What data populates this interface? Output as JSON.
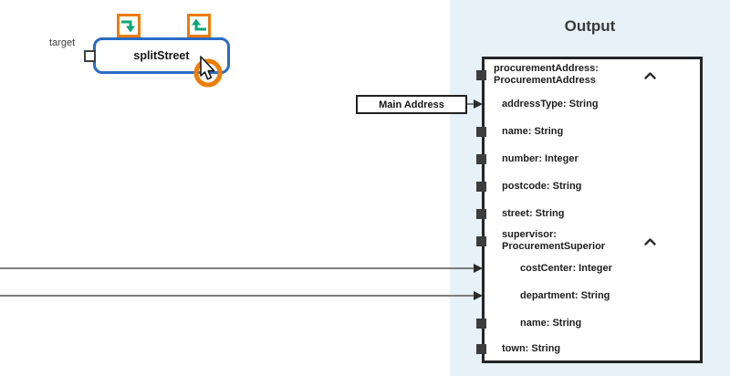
{
  "canvas": {
    "target_label": "target",
    "function_node": {
      "label": "splitStreet"
    },
    "toolbar_icons": [
      {
        "name": "map-to-target-icon",
        "color": "#0ca578"
      },
      {
        "name": "map-from-source-icon",
        "color": "#0ca578"
      }
    ],
    "cursor_highlight": {
      "ring_color": "#ec7d08"
    },
    "annotation": {
      "label": "Main Address"
    }
  },
  "output_panel": {
    "title": "Output",
    "panel_color": "#e7f1f8",
    "fields": [
      {
        "label": "procurementAddress:",
        "label2": "ProcurementAddress",
        "level": 0,
        "connector": "square",
        "expanded": true
      },
      {
        "label": "addressType: String",
        "level": 1,
        "connector": "arrow"
      },
      {
        "label": "name: String",
        "level": 1,
        "connector": "square"
      },
      {
        "label": "number: Integer",
        "level": 1,
        "connector": "square"
      },
      {
        "label": "postcode: String",
        "level": 1,
        "connector": "square"
      },
      {
        "label": "street: String",
        "level": 1,
        "connector": "square"
      },
      {
        "label": "supervisor:",
        "label2": "ProcurementSuperior",
        "level": 1,
        "connector": "square",
        "expanded": true
      },
      {
        "label": "costCenter: Integer",
        "level": 2,
        "connector": "arrow"
      },
      {
        "label": "department: String",
        "level": 2,
        "connector": "arrow"
      },
      {
        "label": "name: String",
        "level": 2,
        "connector": "square"
      },
      {
        "label": "town: String",
        "level": 1,
        "connector": "square"
      }
    ]
  },
  "colors": {
    "node_border": "#2b6bc4",
    "accent_orange": "#ec7d08",
    "accent_green": "#0ca578",
    "line_gray": "#7d7d7d",
    "box_border": "#252525"
  }
}
